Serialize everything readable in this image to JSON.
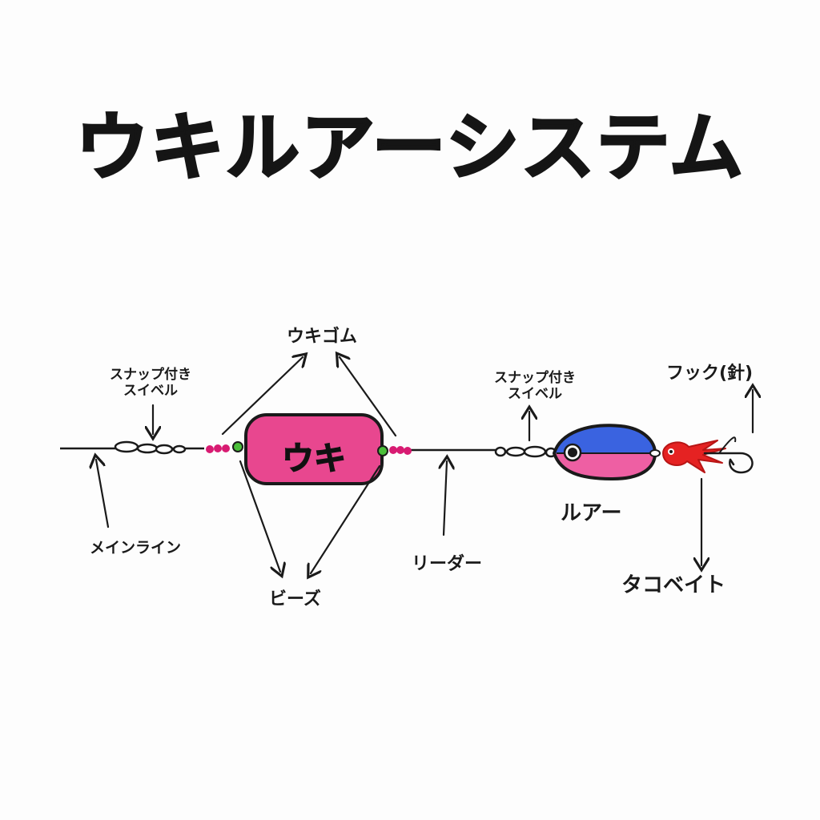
{
  "title": "ウキルアーシステム",
  "float_label": "ウキ",
  "labels": {
    "float_rubber": "ウキゴム",
    "snap_swivel_left_line1": "スナップ付き",
    "snap_swivel_left_line2": "スイベル",
    "snap_swivel_right_line1": "スナップ付き",
    "snap_swivel_right_line2": "スイベル",
    "hook": "フック(針)",
    "main_line": "メインライン",
    "beads": "ビーズ",
    "leader": "リーダー",
    "lure": "ルアー",
    "tako_bait": "タコベイト"
  },
  "colors": {
    "float_pink": "#e8478f",
    "lure_blue": "#3a63e0",
    "lure_pink": "#ee5fa3",
    "bead_pink": "#d81b72",
    "bead_green": "#4bbf3a",
    "tako_red": "#e52222",
    "line": "#1a1a1a"
  }
}
